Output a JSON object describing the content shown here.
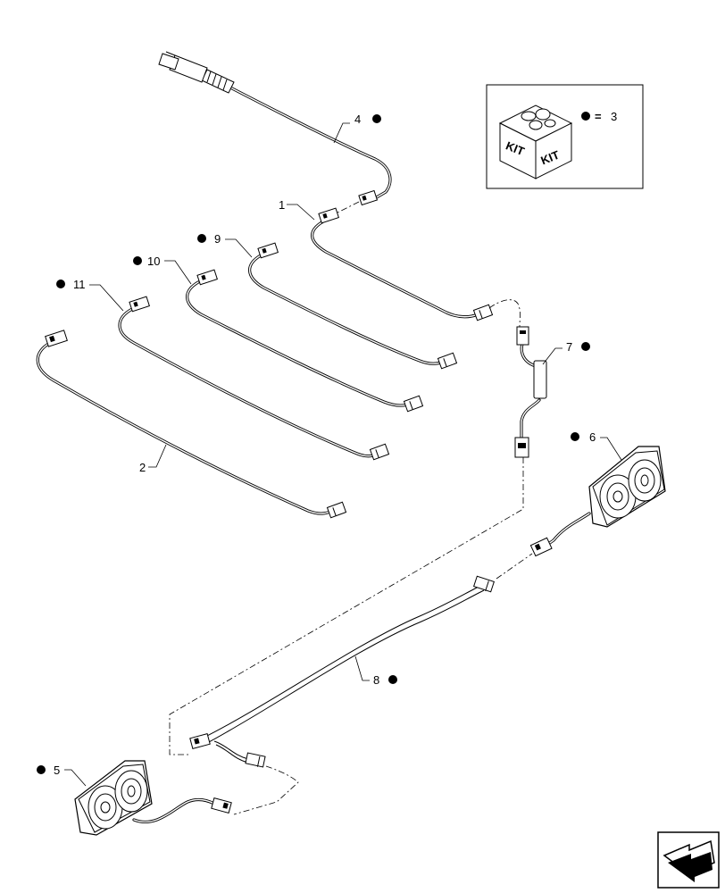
{
  "callouts": [
    {
      "id": "c1",
      "text": "1",
      "dot": false
    },
    {
      "id": "c2",
      "text": "2",
      "dot": false
    },
    {
      "id": "c3",
      "text": "3",
      "dot": true
    },
    {
      "id": "c4",
      "text": "4",
      "dot": true
    },
    {
      "id": "c5",
      "text": "5",
      "dot": true
    },
    {
      "id": "c6",
      "text": "6",
      "dot": true
    },
    {
      "id": "c7",
      "text": "7",
      "dot": true
    },
    {
      "id": "c8",
      "text": "8",
      "dot": true
    },
    {
      "id": "c9",
      "text": "9",
      "dot": true
    },
    {
      "id": "c10",
      "text": "10",
      "dot": true
    },
    {
      "id": "c11",
      "text": "11",
      "dot": true
    }
  ],
  "kit": {
    "label_left": "KIT",
    "label_right": "KIT",
    "equals": "=",
    "ref": "3"
  },
  "icons": [
    "kit-box-icon",
    "navigation-arrow-icon",
    "work-lamp-icon",
    "connector-icon",
    "plug-icon"
  ]
}
